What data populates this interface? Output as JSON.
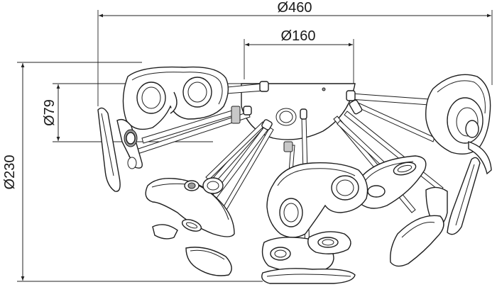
{
  "drawing": {
    "dim_overall_width": "Ø460",
    "dim_canopy_width": "Ø160",
    "dim_canopy_height": "Ø79",
    "dim_overall_height": "Ø230"
  }
}
